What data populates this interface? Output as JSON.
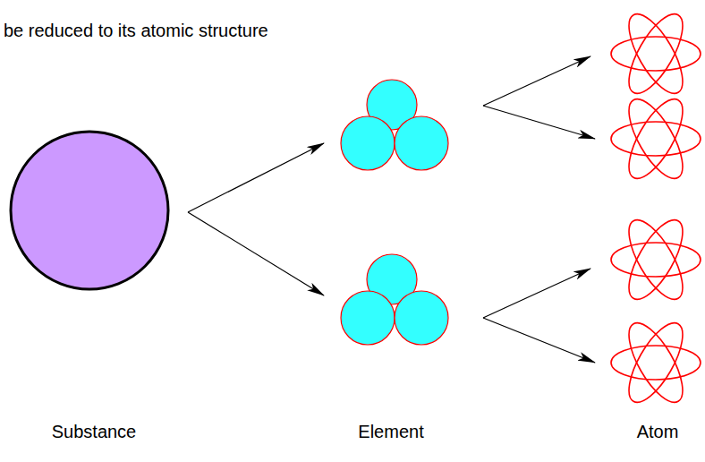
{
  "diagram": {
    "title": "be reduced to its atomic structure",
    "labels": [
      "Substance",
      "Element",
      "Atom"
    ]
  }
}
